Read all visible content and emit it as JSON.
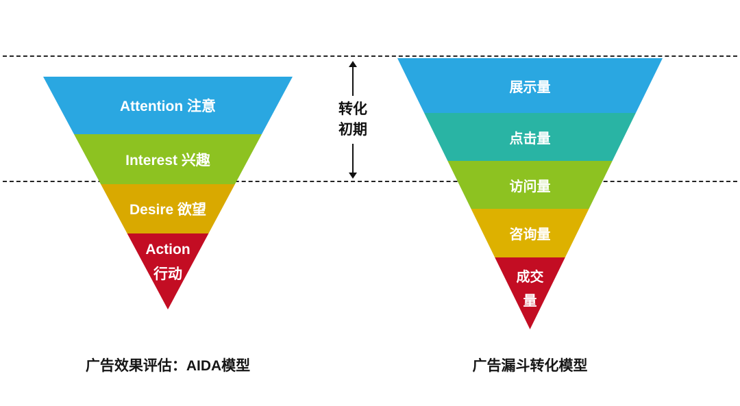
{
  "annotation": {
    "line1": "转化",
    "line2": "初期"
  },
  "aida_funnel": {
    "caption": "广告效果评估：AIDA模型",
    "layers": [
      {
        "label": "Attention 注意",
        "color": "#2AA7E1"
      },
      {
        "label": "Interest 兴趣",
        "color": "#8DC221"
      },
      {
        "label": "Desire 欲望",
        "color": "#D9A900"
      },
      {
        "label": "Action",
        "label_line2": "行动",
        "color": "#C30D23"
      }
    ]
  },
  "conversion_funnel": {
    "caption": "广告漏斗转化模型",
    "layers": [
      {
        "label": "展示量",
        "color": "#2AA7E1"
      },
      {
        "label": "点击量",
        "color": "#29B4A4"
      },
      {
        "label": "访问量",
        "color": "#8DC221"
      },
      {
        "label": "咨询量",
        "color": "#DDB100"
      },
      {
        "label": "成交",
        "label_line2": "量",
        "color": "#C30D23"
      }
    ]
  },
  "guides": {
    "line_color": "#222222"
  }
}
